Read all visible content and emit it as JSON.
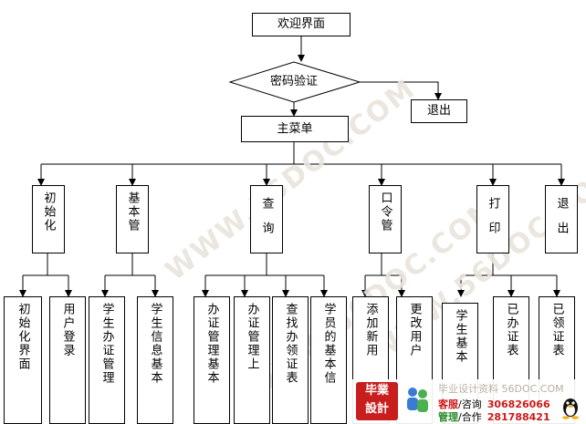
{
  "top": {
    "welcome": "欢迎界面",
    "password_check": "密码验证",
    "exit": "退出",
    "main_menu": "主菜单"
  },
  "menu": [
    {
      "key": "init",
      "label": "初始化"
    },
    {
      "key": "basic",
      "label": "基本管"
    },
    {
      "key": "query",
      "label": "查询"
    },
    {
      "key": "password",
      "label": "口令管"
    },
    {
      "key": "print",
      "label": "打印"
    },
    {
      "key": "quit",
      "label": "退出"
    }
  ],
  "sub": [
    "初始化界面",
    "用户登录",
    "学生办证管理",
    "学生信息基本",
    "办证管理基本",
    "办证管理上",
    "查找办领证表",
    "学员的基本信",
    "添加新用",
    "更改用户",
    "学生基本",
    "已办证表",
    "已领证表"
  ],
  "watermark": "WWW.56DOC.COM",
  "footer": {
    "logo_top": "毕業",
    "logo_bottom": "設計",
    "site": "毕业设计资料 56DOC.COM",
    "service_a": "客服",
    "service_b": "咨询",
    "service_num": "306826066",
    "manage_a": "管理",
    "manage_b": "合作",
    "manage_num": "281788421"
  },
  "colors": {
    "line": "#000000",
    "logo": "#c81e1e",
    "accent_red": "#d01818",
    "accent_green": "#2a8a2a",
    "watermark": "#e9e4dc"
  }
}
